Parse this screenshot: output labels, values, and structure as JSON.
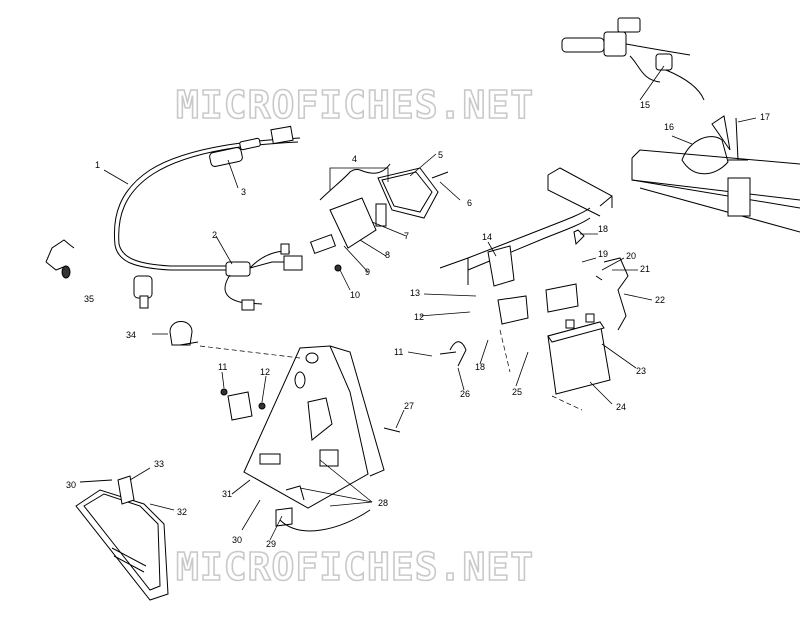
{
  "watermark": {
    "top": "MICROFICHES.NET",
    "bottom": "MICROFICHES.NET"
  },
  "callouts": {
    "c1": "1",
    "c2": "2",
    "c3": "3",
    "c4": "4",
    "c5": "5",
    "c6": "6",
    "c7": "7",
    "c8": "8",
    "c9": "9",
    "c10": "10",
    "c11a": "11",
    "c11b": "11",
    "c12a": "12",
    "c12b": "12",
    "c13": "13",
    "c14": "14",
    "c15": "15",
    "c16": "16",
    "c17": "17",
    "c18a": "18",
    "c18b": "18",
    "c19": "19",
    "c20": "20",
    "c21": "21",
    "c22": "22",
    "c23": "23",
    "c24": "24",
    "c25": "25",
    "c26": "26",
    "c27": "27",
    "c28": "28",
    "c29": "29",
    "c30a": "30",
    "c30b": "30",
    "c31": "31",
    "c32": "32",
    "c33": "33",
    "c34": "34",
    "c35": "35"
  }
}
